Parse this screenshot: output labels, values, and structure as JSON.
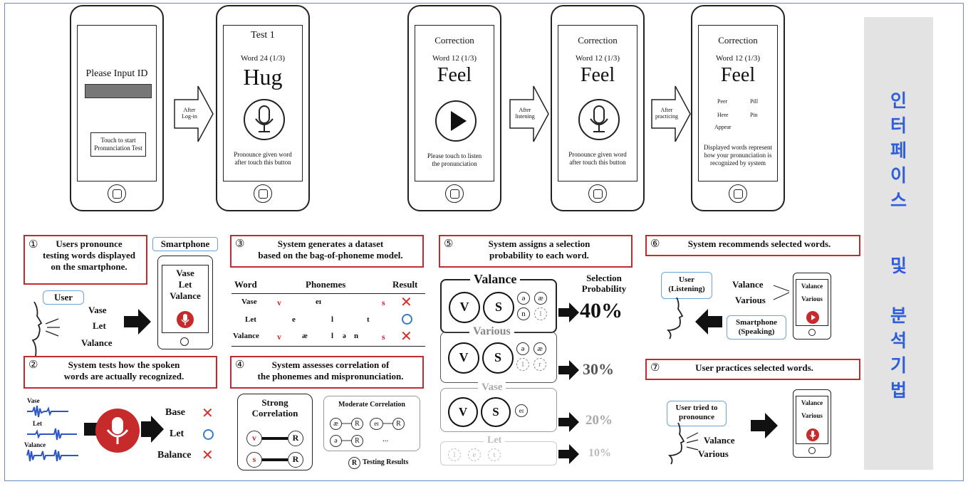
{
  "phones": {
    "login": {
      "prompt": "Please Input ID",
      "start": "Touch to start\nPronunciation Test"
    },
    "test": {
      "title": "Test 1",
      "word_label": "Word 24 (1/3)",
      "word": "Hug",
      "instruction": "Pronounce given word\nafter touch this button"
    },
    "corr1": {
      "title": "Correction",
      "word_label": "Word 12 (1/3)",
      "word": "Feel",
      "instruction": "Please touch to listen\nthe pronunciation"
    },
    "corr2": {
      "title": "Correction",
      "word_label": "Word 12 (1/3)",
      "word": "Feel",
      "instruction": "Pronounce given word\nafter touch this button"
    },
    "corr3": {
      "title": "Correction",
      "word_label": "Word 12 (1/3)",
      "word": "Feel",
      "candidates": [
        "Peer",
        "Pill",
        "Here",
        "Pin",
        "Appear"
      ],
      "instruction": "Displayed words represent\nhow your pronunciation is\nrecognized by system"
    }
  },
  "arrows": [
    "After\nLog-in",
    "After\nlistening",
    "After\npracticing"
  ],
  "side_title": [
    "인",
    "터",
    "페",
    "이",
    "스",
    "및",
    "분",
    "석",
    "기",
    "법"
  ],
  "step1": {
    "num": "①",
    "text": "Users pronounce\ntesting words displayed\non the smartphone.",
    "smartphone_label": "Smartphone",
    "user_label": "User",
    "words": [
      "Vase",
      "Let",
      "Valance"
    ],
    "phone_words": "Vase\nLet\nValance"
  },
  "step2": {
    "num": "②",
    "text": "System tests how the spoken\nwords are actually recognized.",
    "wave_labels": [
      "Vase",
      "Let",
      "Valance"
    ],
    "results": [
      {
        "word": "Base",
        "mark": "x"
      },
      {
        "word": "Let",
        "mark": "o"
      },
      {
        "word": "Balance",
        "mark": "x"
      }
    ]
  },
  "step3": {
    "num": "③",
    "text": "System generates a dataset\nbased on the bag-of-phoneme model.",
    "headers": [
      "Word",
      "Phonemes",
      "Result"
    ],
    "rows": [
      {
        "word": "Vase",
        "phonemes": [
          "v",
          "eɪ",
          "s"
        ],
        "red": [
          true,
          false,
          true
        ],
        "result": "x"
      },
      {
        "word": "Let",
        "phonemes": [
          "e",
          "l",
          "t"
        ],
        "red": [
          false,
          false,
          false
        ],
        "result": "o"
      },
      {
        "word": "Valance",
        "phonemes": [
          "v",
          "æ",
          "l",
          "ə",
          "n",
          "s"
        ],
        "red": [
          true,
          false,
          false,
          false,
          false,
          true
        ],
        "result": "x"
      }
    ]
  },
  "step4": {
    "num": "④",
    "text": "System assesses correlation of\nthe phonemes and mispronunciation.",
    "strong": "Strong\nCorrelation",
    "strong_pairs": [
      "v",
      "s"
    ],
    "moderate": "Moderate Correlation",
    "moderate_items": [
      "æ",
      "eɪ",
      "ə"
    ],
    "ellipsis": "...",
    "r": "R",
    "legend": "Testing Results"
  },
  "step5": {
    "num": "⑤",
    "text": "System assigns a selection\nprobability to each word.",
    "prob_header": "Selection\nProbability",
    "words": [
      {
        "name": "Valance",
        "probability": "40%"
      },
      {
        "name": "Various",
        "probability": "30%"
      },
      {
        "name": "Vase",
        "probability": "20%"
      },
      {
        "name": "Let",
        "probability": "10%"
      }
    ]
  },
  "step6": {
    "num": "⑥",
    "text": "System recommends selected words.",
    "user_label": "User\n(Listening)",
    "words": [
      "Valance",
      "Various"
    ],
    "phone_label": "Smartphone\n(Speaking)"
  },
  "step7": {
    "num": "⑦",
    "text": "User practices selected words.",
    "user_label": "User tried to\npronounce",
    "words": [
      "Valance",
      "Various"
    ]
  }
}
